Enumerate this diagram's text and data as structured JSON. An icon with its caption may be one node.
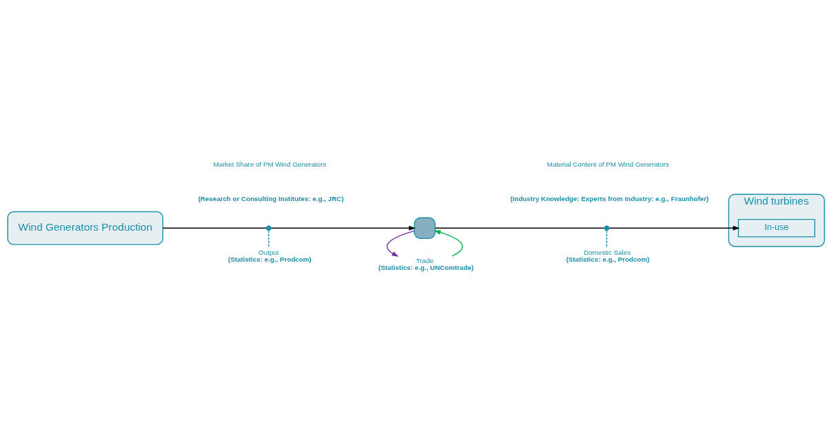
{
  "diagram": {
    "nodes": [
      {
        "text": [
          "Wind Generators Production"
        ]
      },
      {
        "text": [],
        "shape": "circle"
      },
      {
        "text": [],
        "shape": "box"
      },
      {
        "text": [],
        "shape": "circle"
      },
      {
        "text": [
          "Wind turbines"
        ]
      },
      {
        "text": [
          "In-use"
        ],
        "in": 4
      },
      {
        "text": [
          "Output",
          "(Statistics: e.g., Prodcom)"
        ]
      },
      {
        "text": [
          "Domestic Sales",
          "(Statistics: e.g., Prodcom)"
        ]
      },
      {
        "text": [
          "Trade",
          "(Statistics: e.g., UNComtrade)"
        ]
      }
    ],
    "edges": [
      {
        "from": 0,
        "to": 1,
        "arrow": "none"
      },
      {
        "from": 1,
        "to": 2,
        "arrow": "to"
      },
      {
        "from": 2,
        "to": 3,
        "arrow": "none"
      },
      {
        "from": 3,
        "to": 5,
        "arrow": "to"
      },
      {
        "from": 1,
        "to": 6,
        "arrow": "none",
        "style": "dashed",
        "color": "#1a8fa8"
      },
      {
        "from": 3,
        "to": 7,
        "arrow": "none",
        "style": "dashed",
        "color": "#1a8fa8"
      },
      {
        "from": 8,
        "to": 2,
        "arrow": "to",
        "color": "#00b050"
      },
      {
        "from": 2,
        "to": 8,
        "arrow": "to",
        "color": "#7030a0"
      }
    ],
    "labels": [
      "Market Share of PM Wind Generators",
      "(Research or Consulting Institutes: e.g., JRC)",
      "Material Content of PM Wind Generators",
      "(Industry Knowledge: Experts from Industry: e.g., Fraunhofer)"
    ]
  }
}
